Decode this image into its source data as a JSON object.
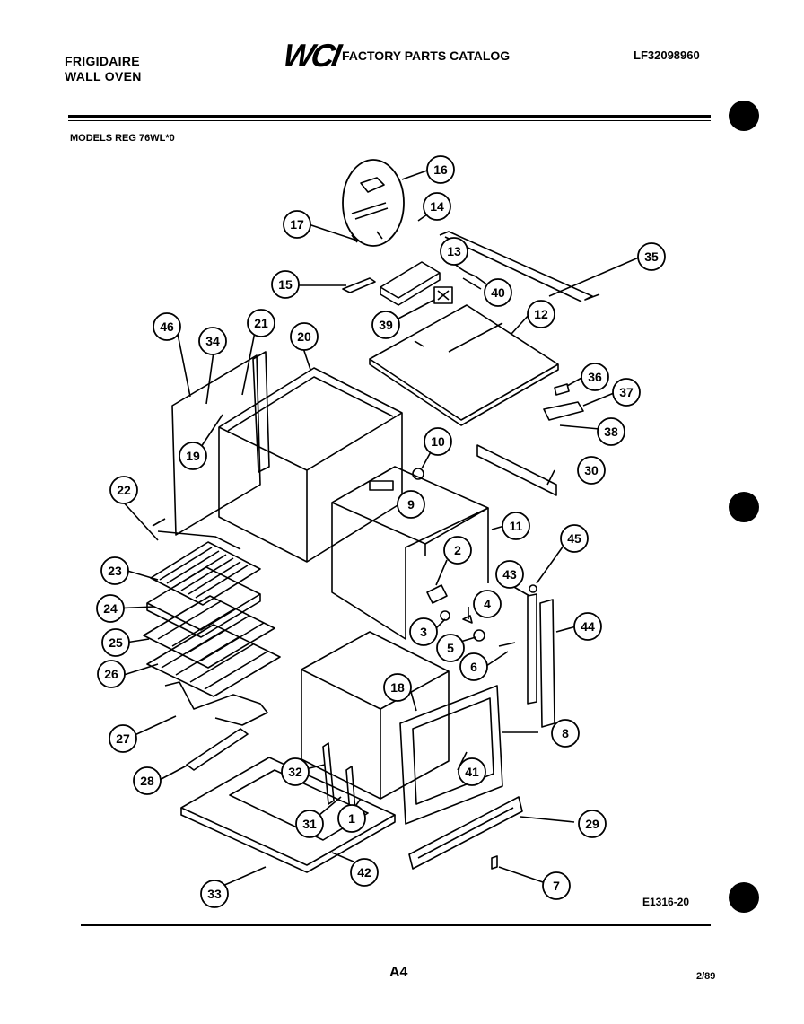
{
  "header": {
    "brand_line1": "FRIGIDAIRE",
    "brand_line2": "WALL OVEN",
    "logo_text": "WCI",
    "catalog_title": "FACTORY PARTS CATALOG",
    "doc_number": "LF32098960",
    "models": "MODELS REG 76WL*0"
  },
  "diagram": {
    "figure_code": "E1316-20",
    "callouts": [
      "16",
      "17",
      "14",
      "13",
      "35",
      "15",
      "40",
      "39",
      "12",
      "46",
      "34",
      "21",
      "20",
      "36",
      "37",
      "38",
      "19",
      "10",
      "30",
      "22",
      "9",
      "11",
      "2",
      "45",
      "23",
      "43",
      "24",
      "4",
      "44",
      "25",
      "3",
      "5",
      "26",
      "6",
      "18",
      "27",
      "8",
      "41",
      "32",
      "28",
      "29",
      "31",
      "1",
      "33",
      "42",
      "7"
    ]
  },
  "footer": {
    "page": "A4",
    "date": "2/89"
  }
}
